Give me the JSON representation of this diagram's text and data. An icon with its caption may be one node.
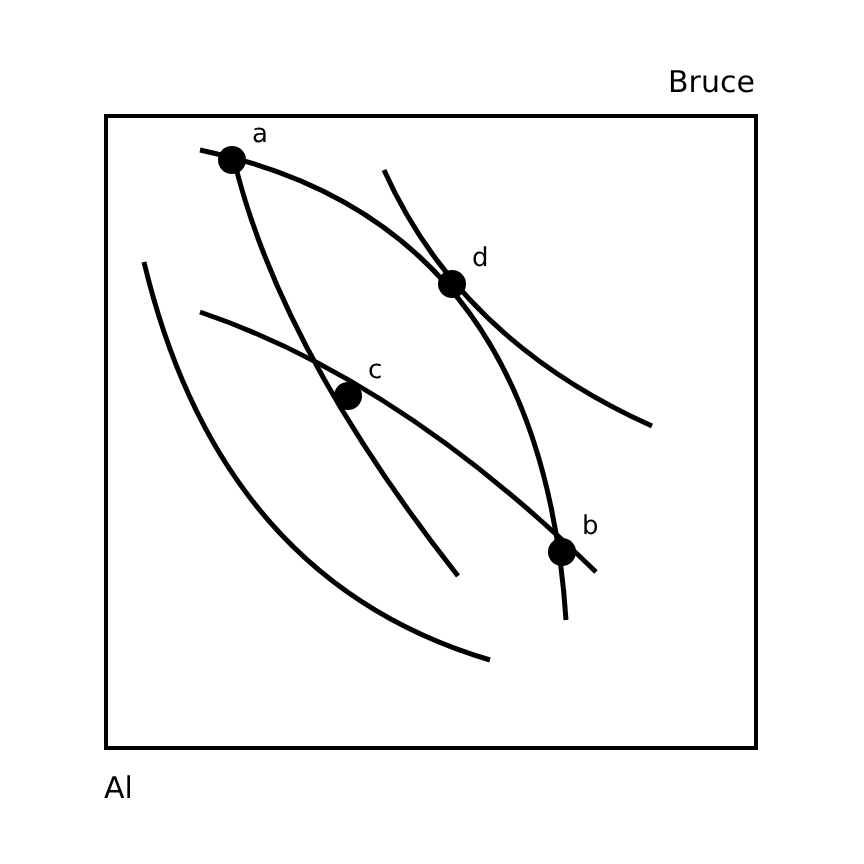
{
  "diagram": {
    "nodes": [
      {
        "text": [
          "a"
        ]
      },
      {
        "text": [
          "d"
        ]
      },
      {
        "text": [
          "c"
        ]
      },
      {
        "text": [
          "b"
        ]
      }
    ],
    "labels": [
      "Bruce",
      "Al"
    ]
  }
}
